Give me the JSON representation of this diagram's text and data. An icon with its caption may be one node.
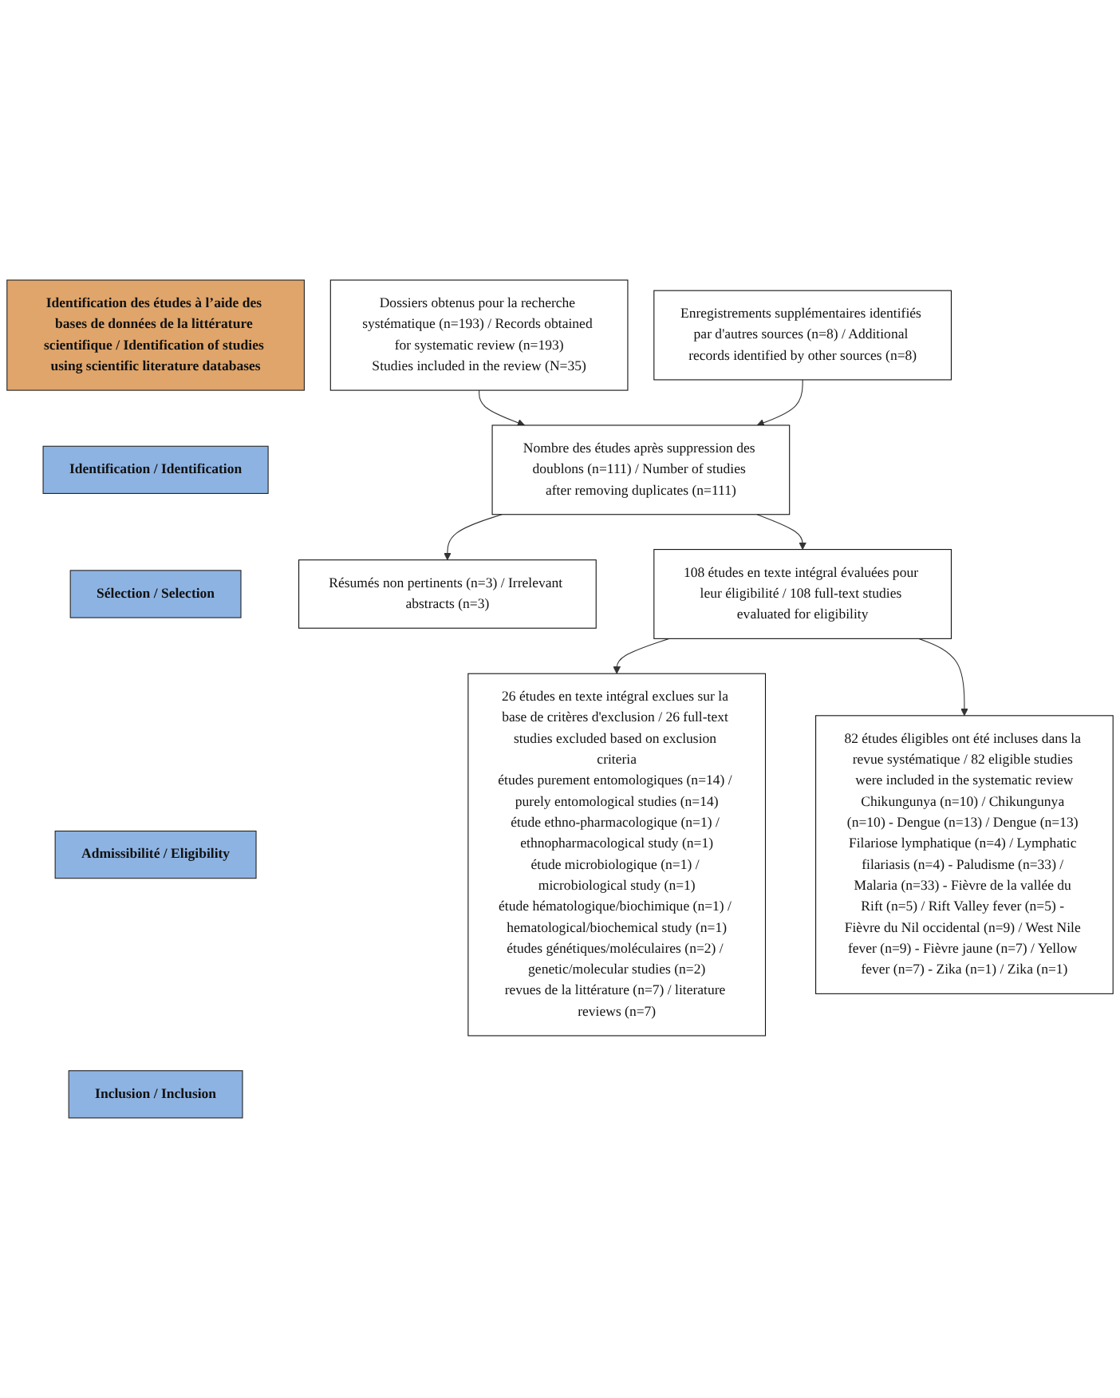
{
  "diagram": {
    "nodes": [
      {
        "text": [
          "Identification des études à l’aide des bases de données de la littérature scientifique / Identification of studies using scientific literature databases"
        ]
      },
      {
        "text": [
          "Identification / Identification"
        ]
      },
      {
        "text": [
          "Dossiers obtenus pour la recherche systématique (n=193) / Records obtained for systematic review (n=193)",
          "Studies included in the review (N=35)"
        ]
      },
      {
        "text": [
          "Enregistrements supplémentaires identifiés par d'autres sources (n=8) / Additional records identified by other sources (n=8)"
        ]
      },
      {
        "text": [
          "Sélection / Selection"
        ]
      },
      {
        "text": [
          "Nombre des études après suppression des doublons (n=111) / Number of studies after removing duplicates (n=111)"
        ]
      },
      {
        "text": [
          "Résumés non pertinents (n=3) / Irrelevant abstracts (n=3)"
        ]
      },
      {
        "text": [
          "Admissibilité / Eligibility"
        ]
      },
      {
        "text": [
          "108 études en texte intégral évaluées pour leur éligibilité / 108 full-text studies evaluated for eligibility"
        ]
      },
      {
        "text": [
          "26 études en texte intégral exclues sur la base de critères d'exclusion / 26 full-text studies excluded based on exclusion criteria",
          "études purement entomologiques (n=14) / purely entomological studies (n=14)",
          "étude ethno-pharmacologique (n=1) / ethnopharmacological study (n=1)",
          "étude microbiologique (n=1) / microbiological study (n=1)",
          "étude hématologique/biochimique (n=1) / hematological/biochemical study (n=1)",
          "études génétiques/moléculaires (n=2) / genetic/molecular studies (n=2)",
          "revues de la littérature (n=7) / literature reviews (n=7)"
        ]
      },
      {
        "text": [
          "Inclusion / Inclusion"
        ]
      },
      {
        "text": [
          "82 études éligibles ont été incluses dans la revue systématique / 82 eligible studies were included in the systematic review",
          "Chikungunya (n=10) / Chikungunya (n=10) - Dengue (n=13) / Dengue (n=13) Filariose lymphatique (n=4) / Lymphatic filariasis (n=4) - Paludisme (n=33) / Malaria (n=33) - Fièvre de la vallée du Rift (n=5) / Rift Valley fever (n=5) - Fièvre du Nil occidental (n=9) / West Nile fever (n=9) - Fièvre jaune (n=7) / Yellow fever (n=7) - Zika (n=1) / Zika (n=1)"
        ]
      }
    ],
    "edges": [
      {
        "from": 2,
        "to": 5,
        "arrow": "to"
      },
      {
        "from": 3,
        "to": 5,
        "arrow": "to"
      },
      {
        "from": 5,
        "to": 6,
        "arrow": "to"
      },
      {
        "from": 5,
        "to": 8,
        "arrow": "to"
      },
      {
        "from": 8,
        "to": 9,
        "arrow": "to"
      },
      {
        "from": 8,
        "to": 11,
        "arrow": "to"
      }
    ]
  }
}
